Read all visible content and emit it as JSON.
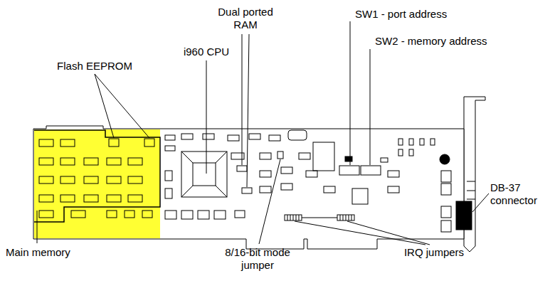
{
  "diagram": {
    "labels": [
      "Flash EEPROM",
      "Dual ported RAM",
      "i960 CPU",
      "SW1 - port address",
      "SW2 - memory address",
      "DB-37 connector",
      "Main memory",
      "8/16-bit mode jumper",
      "IRQ jumpers"
    ]
  }
}
